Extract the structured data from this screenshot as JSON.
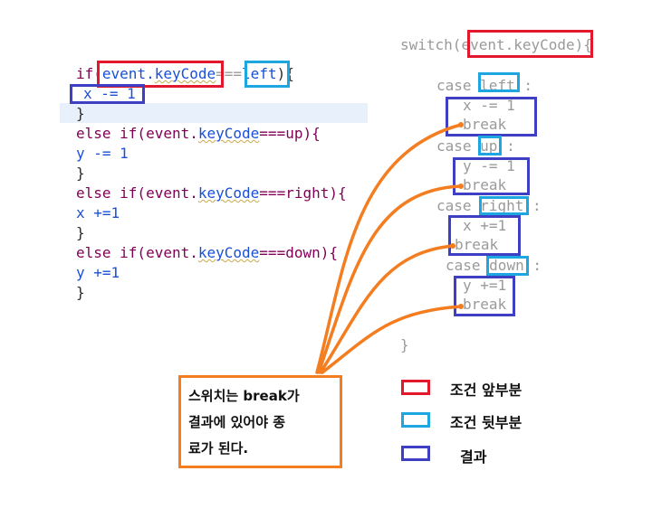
{
  "left_code": {
    "l1_if": "if(",
    "l1_event": "event.",
    "l1_keycode": "keyCode",
    "l1_op": "===",
    "l1_left": "left",
    "l1_brace": "){",
    "l2": "x -= 1",
    "l3": "}",
    "l4_else": "else if(event.",
    "l4_keycode": "keyCode",
    "l4_rest": "===up){",
    "l5": "y -= 1",
    "l6": "}",
    "l7_else": "else if(event.",
    "l7_keycode": "keyCode",
    "l7_rest": "===right){",
    "l8": "x +=1",
    "l9": "}",
    "l10_else": "else if(event.",
    "l10_keycode": "keyCode",
    "l10_rest": "===down){",
    "l11": "y +=1",
    "l12": "}"
  },
  "switch_code": {
    "switch_kw": "switch(",
    "switch_expr": "event.keyCode",
    "switch_brace": "){",
    "case_kw": "case",
    "case_colon": ":",
    "cases": [
      {
        "label": "left",
        "body": "x -= 1",
        "brk": "break"
      },
      {
        "label": "up",
        "body": "y -= 1",
        "brk": "break"
      },
      {
        "label": "right",
        "body": "x +=1",
        "brk": "break"
      },
      {
        "label": "down",
        "body": "y +=1",
        "brk": "break"
      }
    ],
    "close": "}"
  },
  "note": {
    "line1": "스위치는 break가",
    "line2": "결과에 있어야 종",
    "line3": "료가 된다."
  },
  "legend": [
    {
      "label": "조건 앞부분",
      "color": "#e3182d"
    },
    {
      "label": "조건 뒷부분",
      "color": "#1ea6e0"
    },
    {
      "label": "결과",
      "color": "#3f3fc4"
    }
  ],
  "colors": {
    "red": "#e3182d",
    "cyan": "#1ea6e0",
    "blue": "#3f3fc4",
    "orange": "#f47d20"
  }
}
